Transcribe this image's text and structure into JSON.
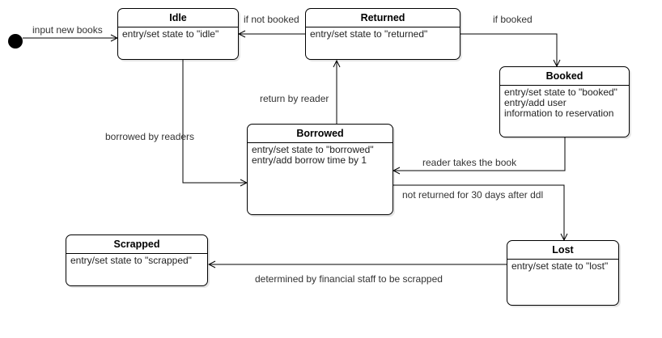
{
  "states": {
    "idle": {
      "title": "Idle",
      "actions": [
        "entry/set state to \"idle\""
      ]
    },
    "returned": {
      "title": "Returned",
      "actions": [
        "entry/set state to \"returned\""
      ]
    },
    "booked": {
      "title": "Booked",
      "actions": [
        "entry/set state to \"booked\"",
        "entry/add user",
        "information to reservation"
      ]
    },
    "borrowed": {
      "title": "Borrowed",
      "actions": [
        "entry/set state to \"borrowed\"",
        "entry/add borrow time by 1"
      ]
    },
    "scrapped": {
      "title": "Scrapped",
      "actions": [
        "entry/set state to \"scrapped\""
      ]
    },
    "lost": {
      "title": "Lost",
      "actions": [
        "entry/set state to \"lost\""
      ]
    }
  },
  "transitions": {
    "input_new_books": "input new books",
    "if_not_booked": "if not booked",
    "if_booked": "if booked",
    "return_by_reader": "return by reader",
    "borrowed_by_readers": "borrowed by readers",
    "reader_takes_the_book": "reader takes the book",
    "not_returned": "not returned for 30 days after ddl",
    "determined_scrapped": "determined by financial staff to be scrapped"
  }
}
